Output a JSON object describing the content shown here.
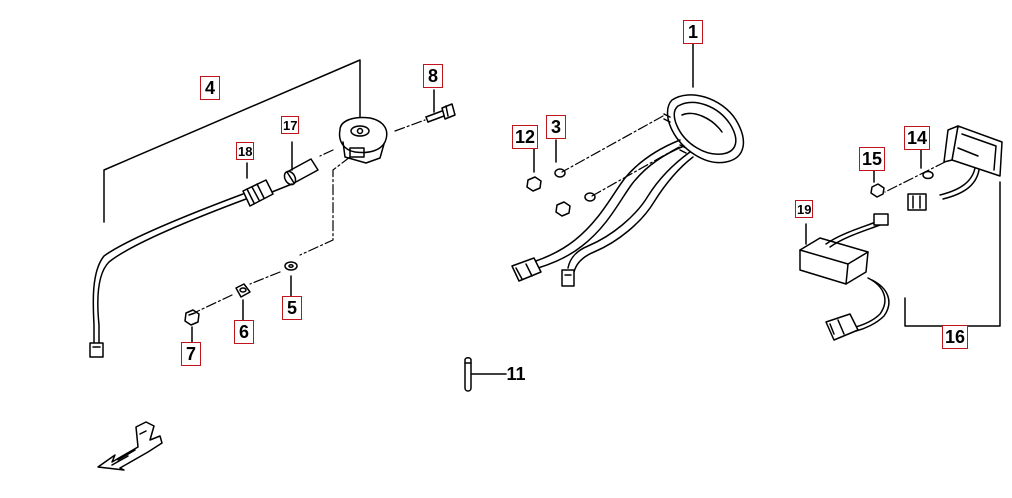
{
  "labels": {
    "p1": "1",
    "p3": "3",
    "p4": "4",
    "p5": "5",
    "p6": "6",
    "p7": "7",
    "p8": "8",
    "p11": "11",
    "p12": "12",
    "p14": "14",
    "p15": "15",
    "p16": "16",
    "p17": "17",
    "p18": "18",
    "p19": "19"
  },
  "colors": {
    "line": "#000000",
    "label_border": "#c0151c",
    "background": "#ffffff"
  }
}
